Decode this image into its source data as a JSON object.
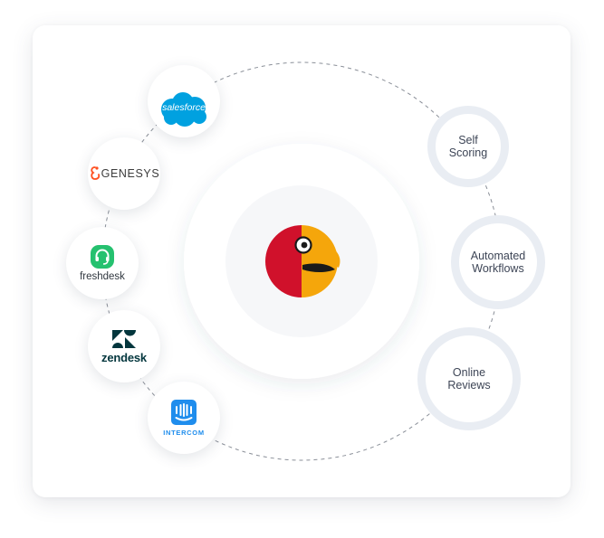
{
  "integrations": [
    {
      "name": "salesforce",
      "label": "salesforce",
      "icon": "salesforce-cloud-icon",
      "color": "#00a1e0"
    },
    {
      "name": "genesys",
      "label": "GENESYS",
      "icon": "genesys-icon",
      "color": "#ff4f1f"
    },
    {
      "name": "freshdesk",
      "label": "freshdesk",
      "icon": "freshdesk-headset-icon",
      "color": "#25c16f"
    },
    {
      "name": "zendesk",
      "label": "zendesk",
      "icon": "zendesk-icon",
      "color": "#03363d"
    },
    {
      "name": "intercom",
      "label": "INTERCOM",
      "icon": "intercom-icon",
      "color": "#1f8ded"
    }
  ],
  "features": [
    {
      "line1": "Self",
      "line2": "Scoring"
    },
    {
      "line1": "Automated",
      "line2": "Workflows"
    },
    {
      "line1": "Online",
      "line2": "Reviews"
    }
  ],
  "center": {
    "icon": "parrot-logo-icon",
    "colors": {
      "red": "#d0112b",
      "yellow": "#f5a60b",
      "black": "#1a1a1a"
    }
  },
  "colors": {
    "ring": "#e9edf3",
    "dash": "#8a8f98",
    "text": "#3d4556"
  }
}
